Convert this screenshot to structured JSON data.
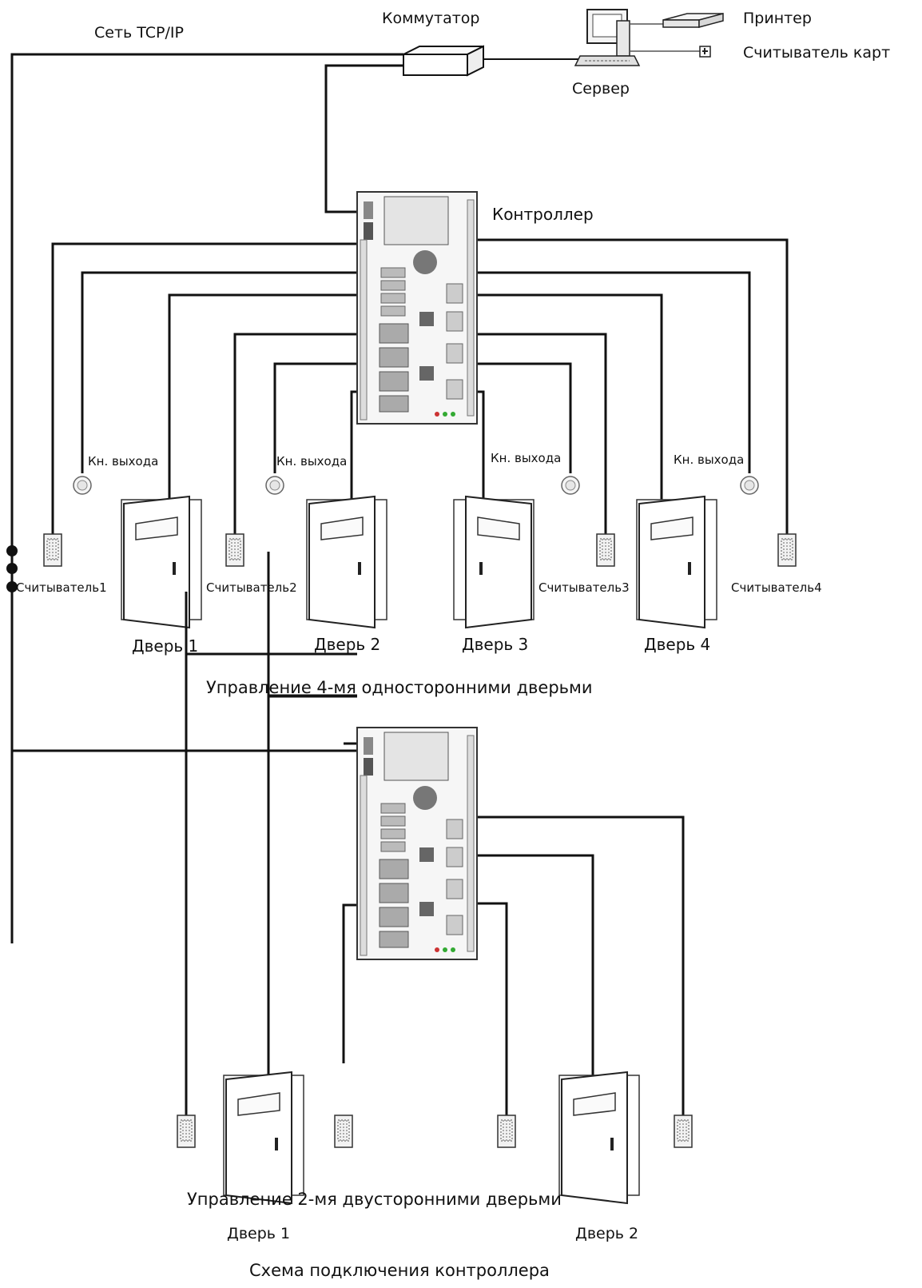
{
  "network_label": "Сеть TCP/IP",
  "switch_label": "Коммутатор",
  "printer_label": "Принтер",
  "card_reader_label": "Считыватель карт",
  "server_label": "Сервер",
  "controller_label": "Контроллер",
  "section1": {
    "exit_button_label": "Кн. выхода",
    "readers": [
      "Считыватель1",
      "Считыватель2",
      "Считыватель3",
      "Считыватель4"
    ],
    "doors": [
      "Дверь 1",
      "Дверь 2",
      "Дверь 3",
      "Дверь 4"
    ],
    "caption": "Управление 4-мя односторонними дверьми"
  },
  "section2": {
    "doors": [
      "Дверь 1",
      "Дверь 2"
    ],
    "caption": "Управление 2-мя двусторонними дверьми"
  },
  "footer_caption": "Схема подключения контроллера",
  "colors": {
    "line": "#111111",
    "board": "#f6f6f6",
    "board_line": "#555555",
    "background": "#ffffff"
  },
  "icons": [
    "switch-icon",
    "server-computer-icon",
    "printer-icon",
    "card-reader-icon",
    "controller-board-icon",
    "exit-button-icon",
    "reader-icon",
    "door-icon"
  ]
}
